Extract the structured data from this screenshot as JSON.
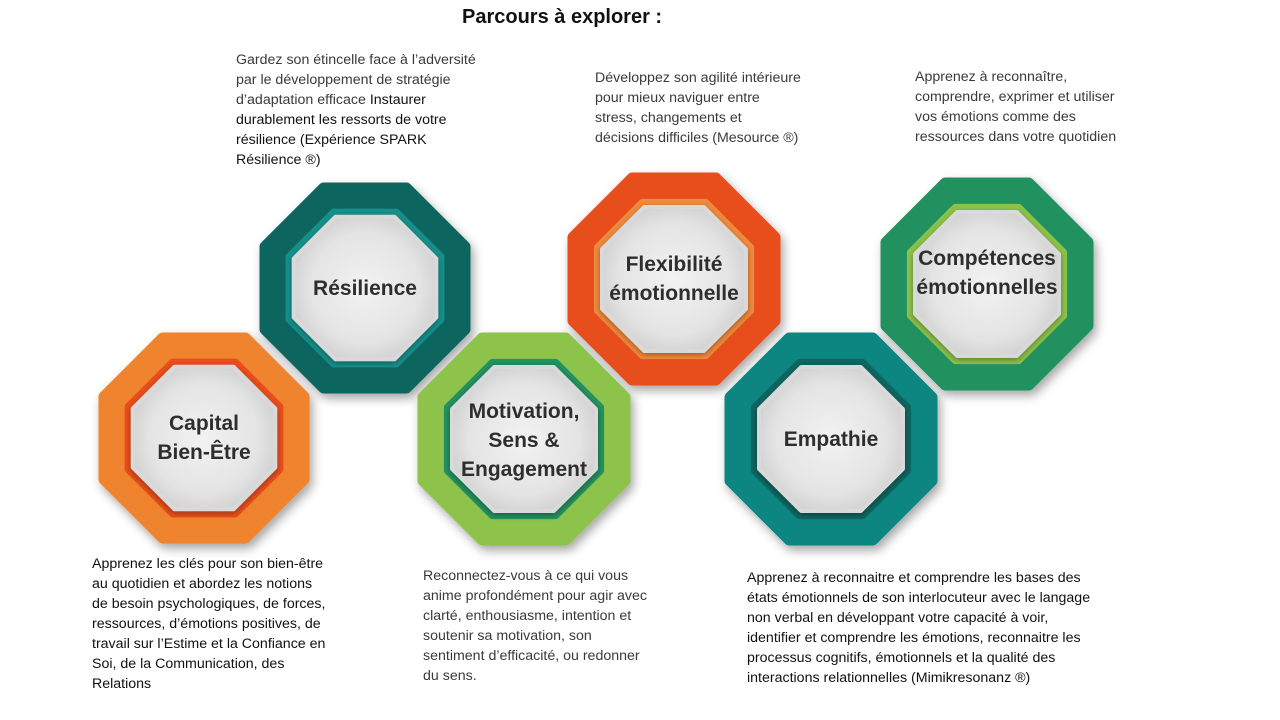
{
  "title": "Parcours à explorer :",
  "colors": {
    "teal_dark": "#0f6561",
    "teal_inner": "#17908a",
    "orange_red": "#e84e1b",
    "orange_light": "#f08a3c",
    "green_dark": "#229160",
    "green_light": "#8cc24a",
    "teal_mid": "#118580",
    "orange": "#f0832f",
    "lime": "#8dc24b"
  },
  "nodes": {
    "resilience": {
      "line1": "Résilience"
    },
    "flexibilite": {
      "line1": "Flexibilité",
      "line2": "émotionnelle"
    },
    "competences": {
      "line1": "Compétences",
      "line2": "émotionnelles"
    },
    "capital": {
      "line1": "Capital",
      "line2": "Bien-Être"
    },
    "motivation": {
      "line1": "Motivation,",
      "line2": "Sens &",
      "line3": "Engagement"
    },
    "empathie": {
      "line1": "Empathie"
    }
  },
  "descriptions": {
    "resilience": {
      "l1": "Gardez son étincelle face à l’adversité",
      "l2": "par le développement de stratégie",
      "l3a": "d’adaptation efficace ",
      "l3b": "Instaurer",
      "l4": "durablement les ressorts de votre",
      "l5": "résilience (Expérience  SPARK",
      "l6": "Résilience ®)"
    },
    "flexibilite": {
      "l1": "Développez son agilité intérieure",
      "l2": "pour mieux naviguer entre",
      "l3": "stress, changements et",
      "l4": "décisions difficiles (Mesource ®)"
    },
    "competences": {
      "l1": "Apprenez à reconnaître,",
      "l2": "comprendre, exprimer et utiliser",
      "l3": "vos émotions comme des",
      "l4": "ressources dans votre quotidien"
    },
    "capital": {
      "l1": "Apprenez les clés pour son bien-être",
      "l2": "au quotidien et abordez les notions",
      "l3": "de besoin psychologiques, de forces,",
      "l4": "ressources, d’émotions positives, de",
      "l5": "travail sur l’Estime et la Confiance en",
      "l6": "Soi, de la Communication, des",
      "l7": "Relations"
    },
    "motivation": {
      "l1": "Reconnectez-vous à ce qui vous",
      "l2": "anime profondément pour agir avec",
      "l3": "clarté, enthousiasme, intention et",
      "l4": "soutenir sa motivation, son",
      "l5": "sentiment d’efficacité, ou redonner",
      "l6": "du sens."
    },
    "empathie": {
      "l1": "Apprenez à reconnaitre et comprendre les bases des",
      "l2": "états émotionnels de son interlocuteur avec le langage",
      "l3": "non verbal en développant votre capacité à voir,",
      "l4": "identifier et comprendre les émotions, reconnaitre les",
      "l5": "processus cognitifs, émotionnels et la qualité des",
      "l6": "interactions relationnelles (Mimikresonanz ®)"
    }
  }
}
